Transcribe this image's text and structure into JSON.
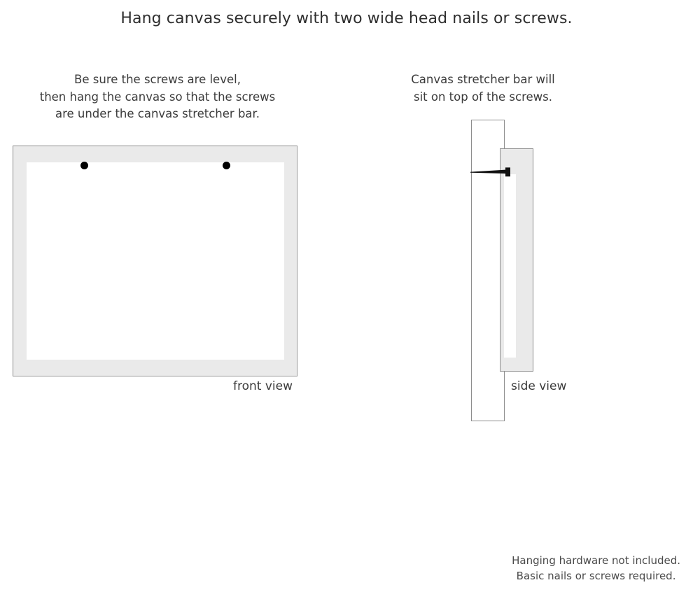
{
  "title": "Hang canvas securely with two wide head nails or screws.",
  "captions": {
    "left": {
      "line1": "Be sure the screws are level,",
      "line2": "then hang the canvas so that the screws",
      "line3": "are under the canvas stretcher bar."
    },
    "right": {
      "line1": "Canvas stretcher bar will",
      "line2": "sit on top of the screws."
    }
  },
  "diagrams": {
    "front": {
      "label": "front view",
      "frame_color": "#eaeaea",
      "canvas_color": "#ffffff",
      "outline_color": "#8d8d8d",
      "screw_color": "#000000",
      "screw_count": 2
    },
    "side": {
      "label": "side view",
      "wall_color": "#ffffff",
      "bar_color": "#eaeaea",
      "outline_color": "#8d8d8d",
      "nail_color": "#111111"
    }
  },
  "footer": {
    "line1": "Hanging hardware not included.",
    "line2": "Basic nails or screws required."
  }
}
